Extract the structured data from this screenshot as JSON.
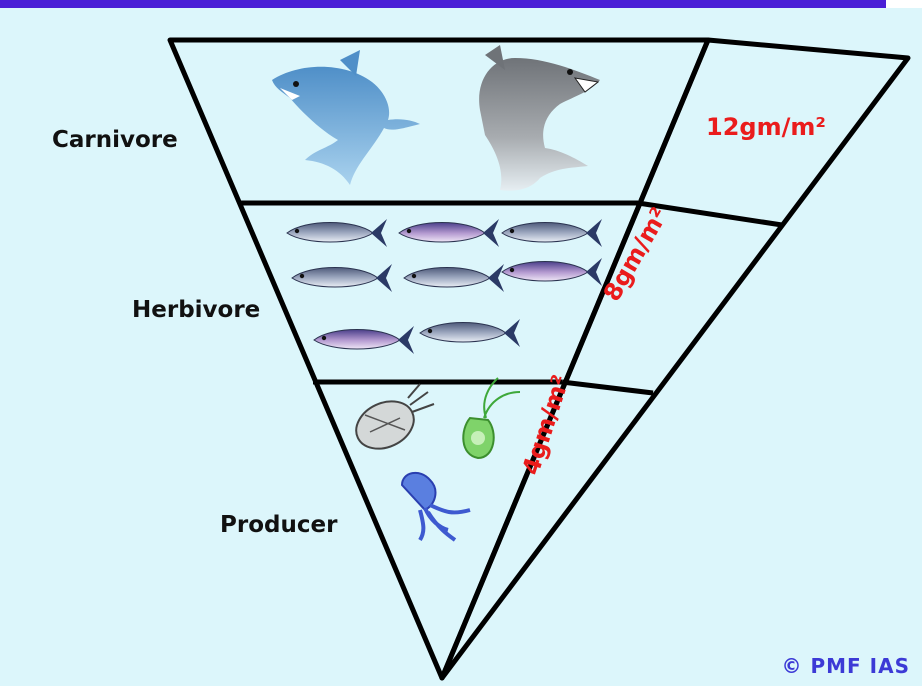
{
  "levels": {
    "carnivore": {
      "label": "Carnivore",
      "value": "12gm/m²"
    },
    "herbivore": {
      "label": "Herbivore",
      "value": "8gm/m²"
    },
    "producer": {
      "label": "Producer",
      "value": "4gm/m²"
    }
  },
  "watermark": "© PMF IAS",
  "colors": {
    "background": "#dcf6fb",
    "value_text": "#ea1c1c",
    "watermark": "#3c3ad6",
    "top_bar": "#4a1fd6"
  },
  "icons": [
    "shark-icon",
    "fish-icon",
    "zooplankton-icon",
    "algae-icon",
    "jellyfish-icon"
  ]
}
